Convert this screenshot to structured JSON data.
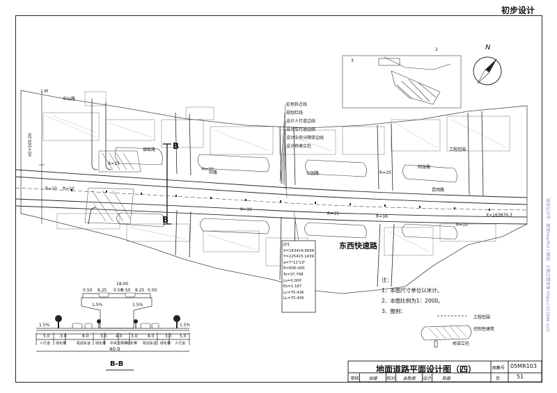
{
  "stage_label": "初步设计",
  "north_label": "N",
  "road_names": {
    "zhongshan": "中山路",
    "expressway": "东西快速路",
    "dezheng": "德政路",
    "zhong": "中路",
    "gongyuan": "公园路",
    "huilong": "回龙路",
    "kunming": "昆明路",
    "gongchen": "工程范围"
  },
  "chainage": "K0+500.00",
  "section_marks": {
    "top": "B",
    "bottom": "B"
  },
  "reference_marks": [
    "1.M",
    "2",
    "3"
  ],
  "radius_labels": [
    "R=25",
    "R=20",
    "R=10",
    "R=10",
    "R=15",
    "R=16",
    "R=25",
    "R=10",
    "R=15"
  ],
  "legend_lines": [
    "征地拆迁线",
    "规划红线",
    "设计人行道边线",
    "设计车行道边线",
    "设计中央分隔带边线",
    "设计桥墩立柱"
  ],
  "curve": {
    "title": "JD1",
    "rows": [
      "X=163418.6656",
      "Y=225415.1439",
      "a=7°12'13\"",
      "R=600.000",
      "Ts=37.768",
      "Ls=0.000",
      "Es=1.187",
      "Lc=75.436",
      "LL=75.436"
    ]
  },
  "coord_note": "X=163876.3",
  "notes": [
    "注：",
    "1、本图尺寸单位以米计。",
    "2、本图比例为1：2000。",
    "3、图例："
  ],
  "legend": [
    {
      "label": "工程范围"
    },
    {
      "label": "控制性建筑"
    },
    {
      "label": "桥梁立柱"
    }
  ],
  "section": {
    "label": "B-B",
    "deck_width": "18.00",
    "deck_dims": [
      "0.50",
      "8.25",
      "0.50",
      "0.50",
      "8.25",
      "0.50"
    ],
    "slope": "1.5%",
    "total_width": "40.0",
    "dims": [
      "5.0",
      "3.0",
      "8.0",
      "3.0",
      "4.0",
      "3.0",
      "8.0",
      "3.0",
      "5.0"
    ],
    "lanes": [
      "人行道",
      "绿化带",
      "机动车道",
      "绿化带",
      "中央分隔带",
      "绿化带",
      "机动车道",
      "绿化带",
      "人行道"
    ]
  },
  "title_block": {
    "drawing_title": "地面道路平面设计图（四）",
    "set_no_label": "图集号",
    "set_no": "05MR103",
    "page_label": "页",
    "page_no": "51",
    "roles": [
      "审核",
      "徐健",
      "校对",
      "袁胜国",
      "设计",
      "陈磊"
    ]
  },
  "watermark": "微信公众号：建筑heartful  |  网站：人鹏工程资源 https://321696.xyz/"
}
